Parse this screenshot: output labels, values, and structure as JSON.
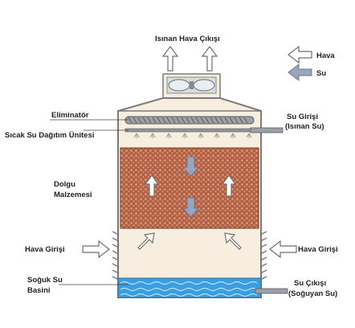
{
  "labels": {
    "air_outlet": "Isınan Hava Çıkışı",
    "legend_air": "Hava",
    "legend_water": "Su",
    "eliminator": "Eliminatör",
    "distribution": "Sıcak Su Dağıtım Ünitesi",
    "fill_line1": "Dolgu",
    "fill_line2": "Malzemesi",
    "water_inlet_line1": "Su Girişi",
    "water_inlet_line2": "(Isınan Su)",
    "air_inlet_left": "Hava Girişi",
    "air_inlet_right": "Hava Girişi",
    "basin_line1": "Soğuk Su",
    "basin_line2": "Basini",
    "water_outlet_line1": "Su Çıkışı",
    "water_outlet_line2": "(Soğuyan Su)"
  },
  "colors": {
    "tower_body": "#f7eedf",
    "tower_outline": "#7a7a7a",
    "fill_media": "#b8654a",
    "basin_water": "#3a9ee0",
    "water_arrow": "#9aa6bf",
    "air_arrow": "#ffffff"
  },
  "icons": {
    "fan": "fan-icon",
    "air_arrow": "air-arrow-icon",
    "water_arrow": "water-arrow-icon"
  }
}
